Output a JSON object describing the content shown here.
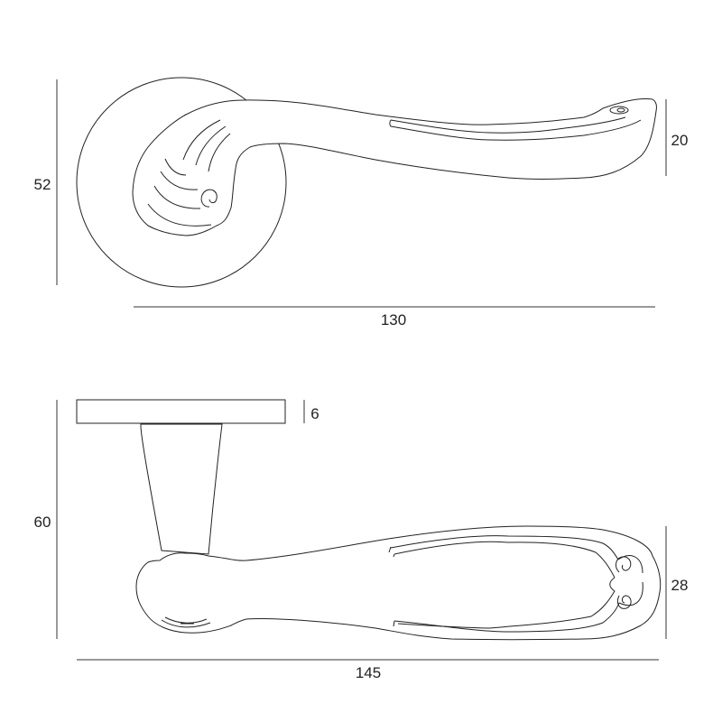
{
  "top_view": {
    "dim_height": "52",
    "dim_lever_height": "20",
    "dim_length": "130"
  },
  "side_view": {
    "dim_height": "60",
    "dim_rose_thickness": "6",
    "dim_lever_height": "28",
    "dim_length": "145"
  }
}
